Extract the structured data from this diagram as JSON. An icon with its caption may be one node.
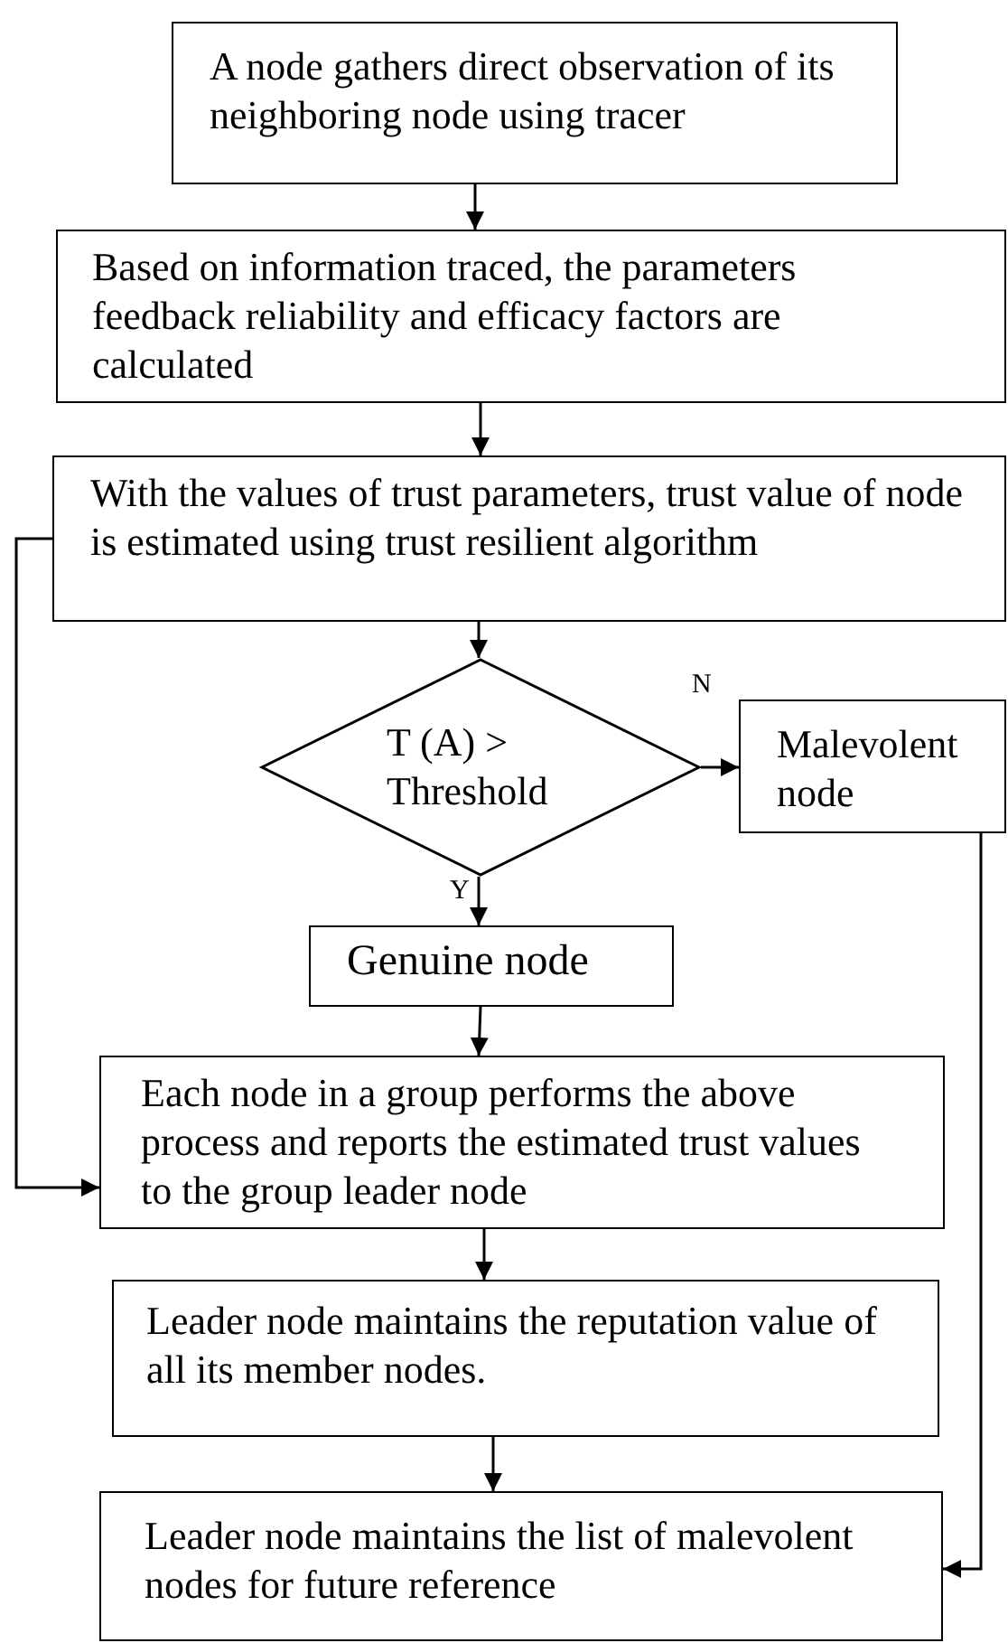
{
  "diagram": {
    "nodes": [
      {
        "text": [
          "A node gathers direct observation of its neighboring node using tracer"
        ]
      },
      {
        "text": [
          "Based on information traced, the parameters feedback reliability and efficacy factors are calculated"
        ]
      },
      {
        "text": [
          "With the values of trust parameters, trust value of node is estimated using trust resilient algorithm"
        ]
      },
      {
        "text": [
          "T (A) > Threshold"
        ]
      },
      {
        "text": [
          "Malevolent node"
        ]
      },
      {
        "text": [
          "Genuine node"
        ]
      },
      {
        "text": [
          "Each node in a group performs the above process and reports the estimated trust values to the group leader node"
        ]
      },
      {
        "text": [
          "Leader node maintains the reputation value of all its member nodes."
        ]
      },
      {
        "text": [
          "Leader node maintains the list of malevolent nodes for future reference"
        ]
      }
    ],
    "edges": [
      {
        "from": 0,
        "to": 1,
        "arrow": "to"
      },
      {
        "from": 1,
        "to": 2,
        "arrow": "to"
      },
      {
        "from": 2,
        "to": 3,
        "arrow": "to"
      },
      {
        "from": 3,
        "to": 4,
        "arrow": "to",
        "label": "N"
      },
      {
        "from": 3,
        "to": 5,
        "arrow": "to",
        "label": "Y"
      },
      {
        "from": 5,
        "to": 6,
        "arrow": "to"
      },
      {
        "from": 2,
        "to": 6,
        "arrow": "to"
      },
      {
        "from": 6,
        "to": 7,
        "arrow": "to"
      },
      {
        "from": 7,
        "to": 8,
        "arrow": "to"
      },
      {
        "from": 4,
        "to": 8,
        "arrow": "to"
      }
    ]
  }
}
